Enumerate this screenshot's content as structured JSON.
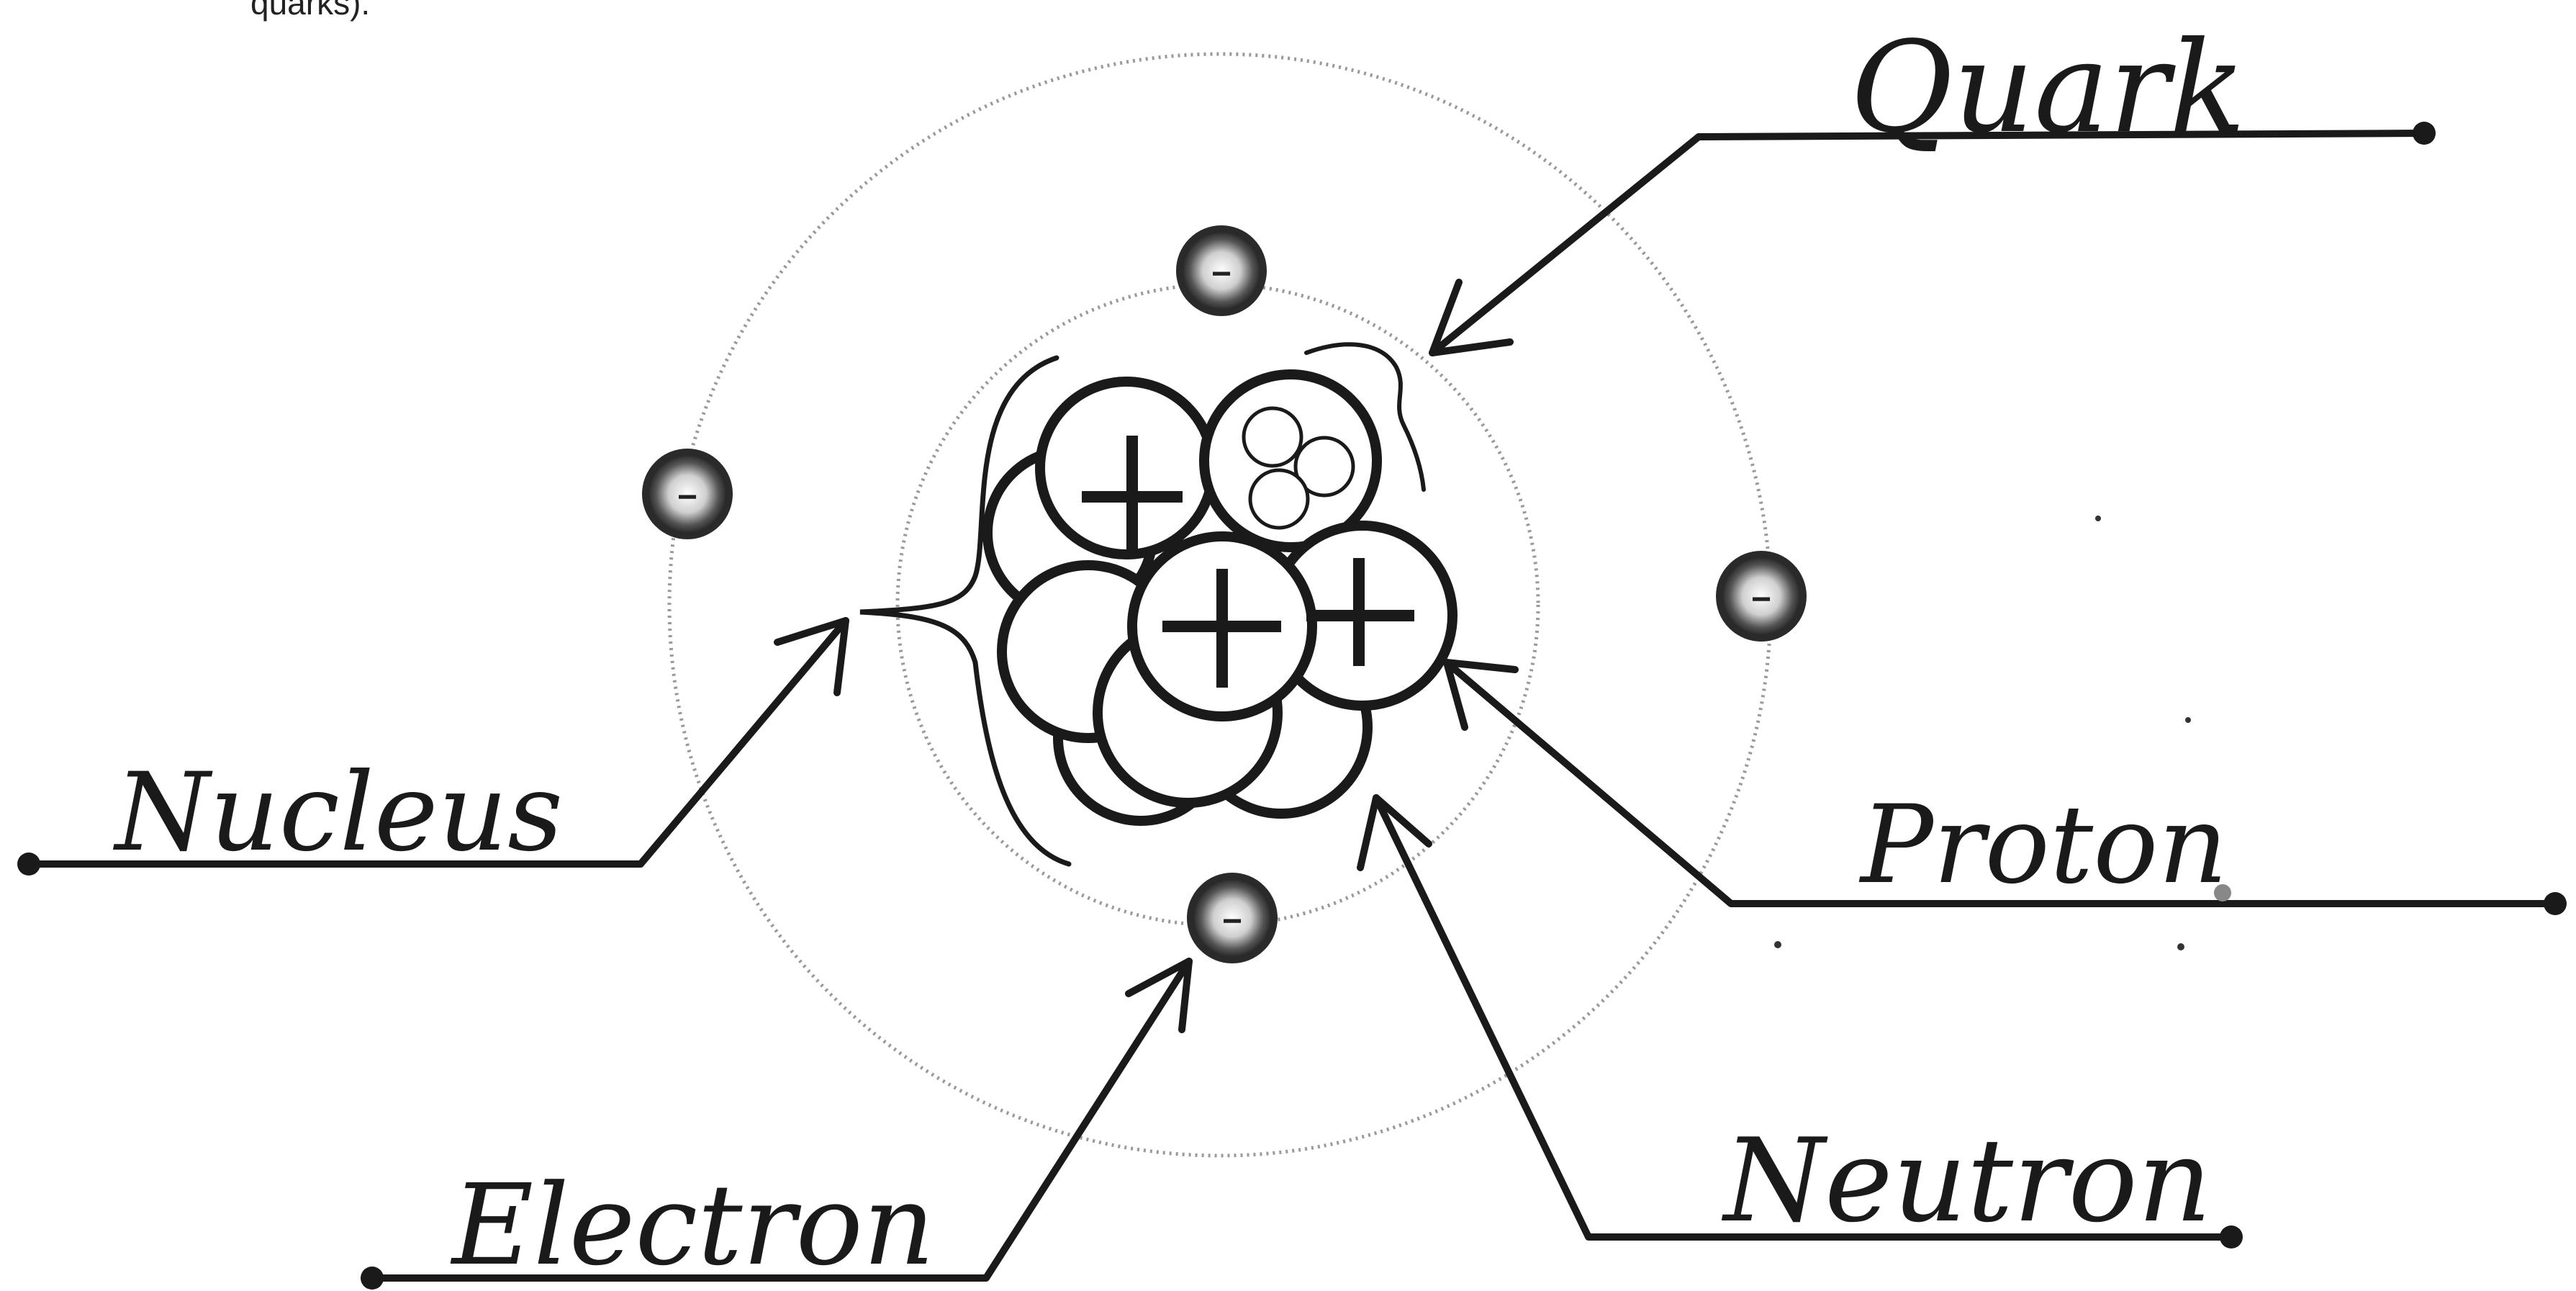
{
  "top_fragment": "quarks).",
  "labels": {
    "quark": "Quark",
    "nucleus": "Nucleus",
    "proton": "Proton",
    "neutron": "Neutron",
    "electron": "Electron"
  },
  "electron_sign": "−",
  "proton_sign": "+",
  "colors": {
    "ink": "#1a1a1a",
    "orbit": "#9a9a9a",
    "background": "#ffffff"
  }
}
